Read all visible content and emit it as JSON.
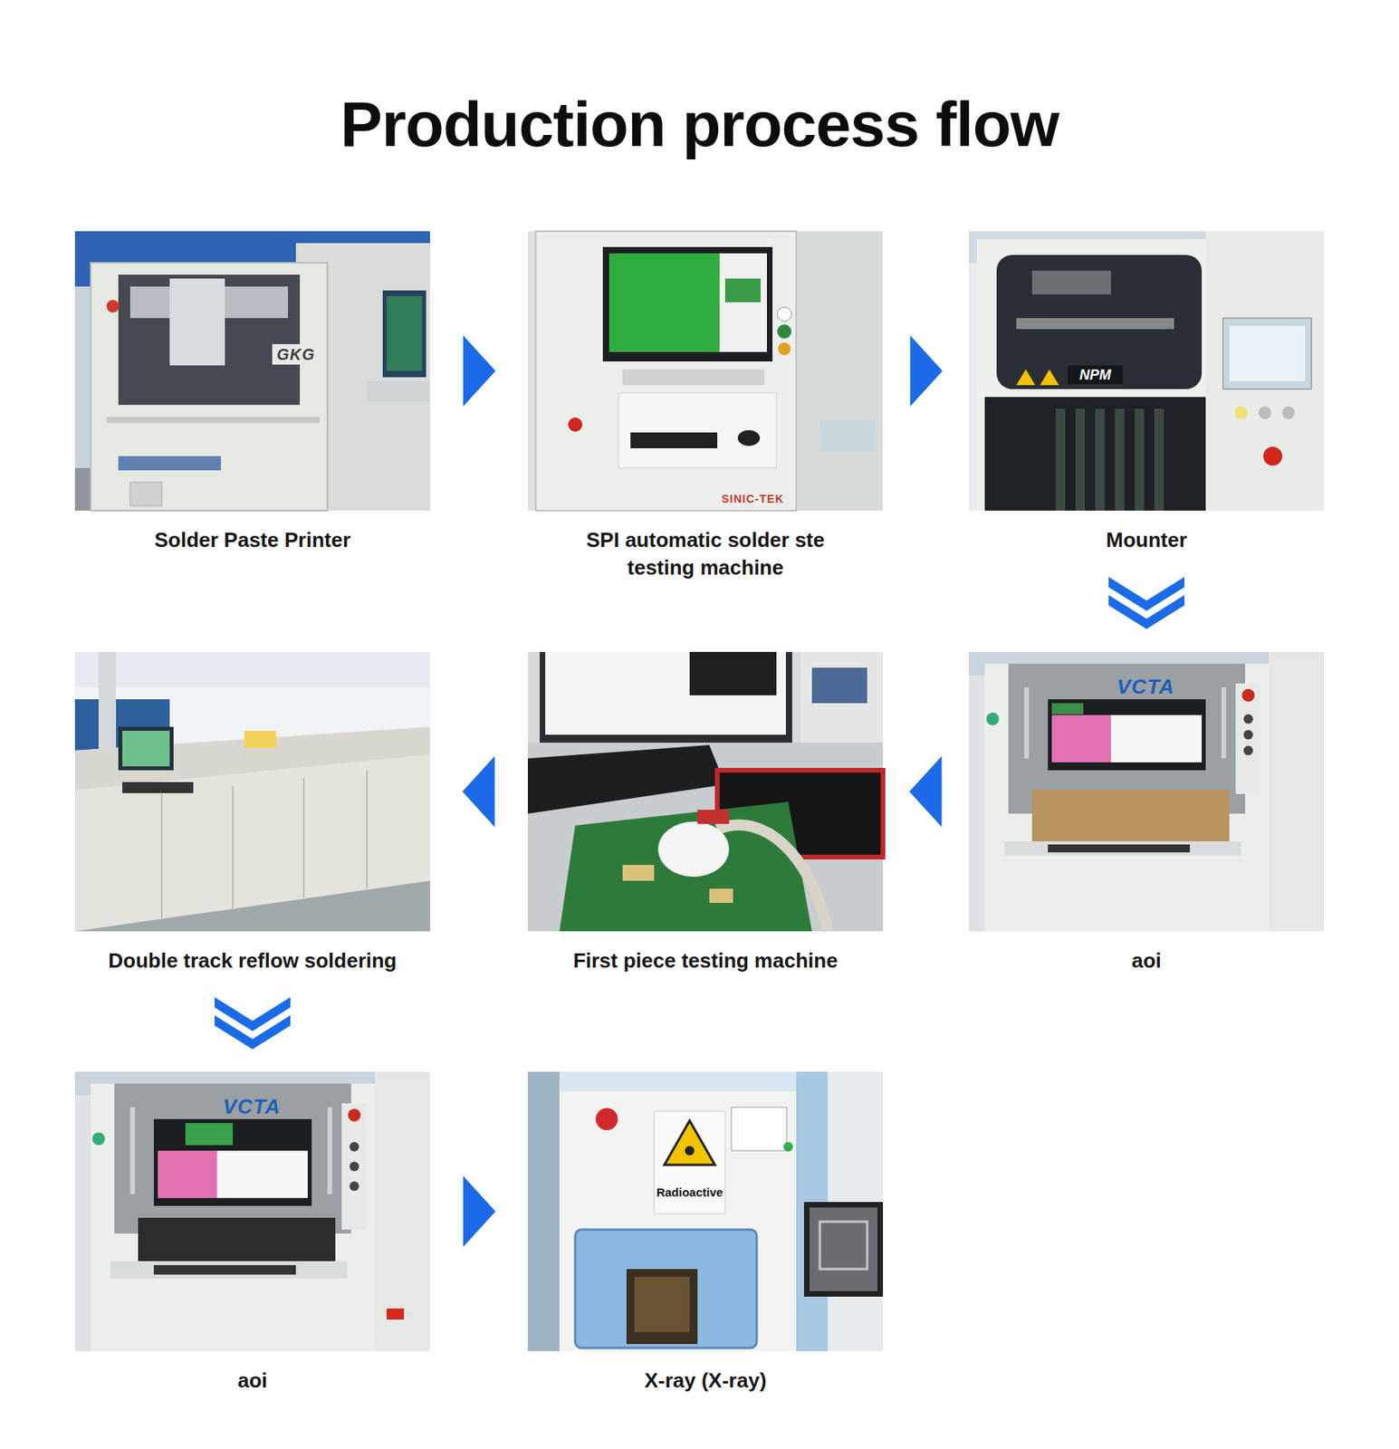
{
  "diagram": {
    "title": "Production process flow",
    "nodes": [
      {
        "text": [
          "Solder Paste Printer"
        ]
      },
      {
        "text": [
          "SPI automatic solder ste testing machine"
        ]
      },
      {
        "text": [
          "Mounter"
        ]
      },
      {
        "text": [
          "Double track reflow soldering"
        ]
      },
      {
        "text": [
          "First piece testing machine"
        ]
      },
      {
        "text": [
          "aoi"
        ]
      },
      {
        "text": [
          "aoi"
        ]
      },
      {
        "text": [
          "X-ray (X-ray)"
        ]
      }
    ],
    "edges": [
      {
        "from": 0,
        "to": 1,
        "arrow": "to"
      },
      {
        "from": 1,
        "to": 2,
        "arrow": "to"
      },
      {
        "from": 2,
        "to": 5,
        "arrow": "to"
      },
      {
        "from": 5,
        "to": 4,
        "arrow": "to"
      },
      {
        "from": 4,
        "to": 3,
        "arrow": "to"
      },
      {
        "from": 3,
        "to": 6,
        "arrow": "to"
      },
      {
        "from": 6,
        "to": 7,
        "arrow": "to"
      }
    ],
    "labels": [
      "GKG",
      "SINIC-TEK",
      "NPM",
      "VCTA",
      "VCTA",
      "Radioactive"
    ]
  }
}
